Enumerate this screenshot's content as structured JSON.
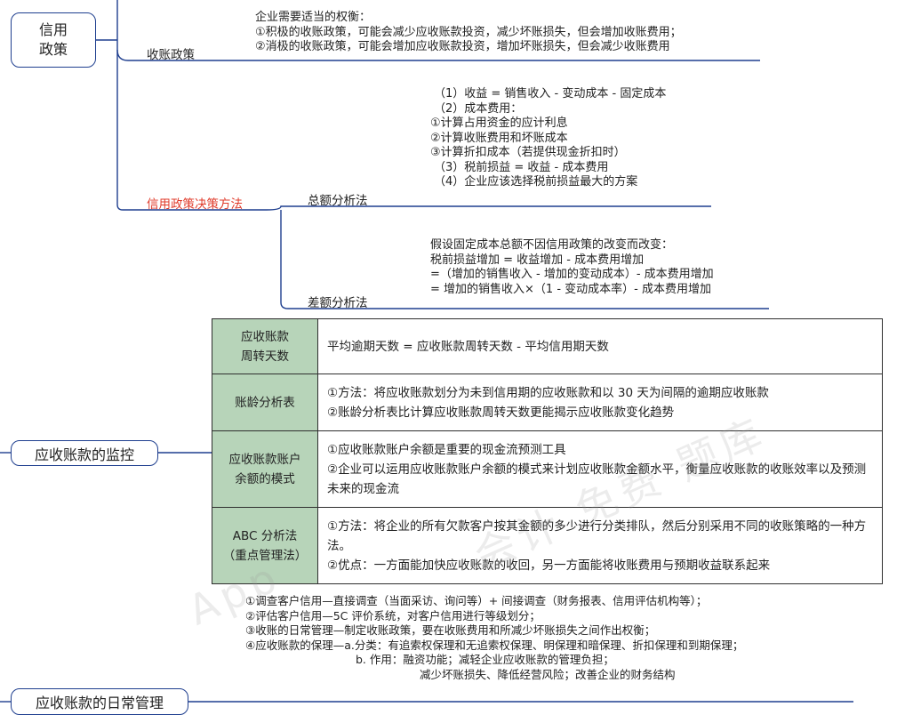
{
  "nodes": {
    "credit_policy": "信用\n政策",
    "monitor": "应收账款的监控",
    "daily": "应收账款的日常管理"
  },
  "branches": {
    "collection": "收账政策",
    "methods": "信用政策决策方法",
    "total": "总额分析法",
    "diff": "差额分析法"
  },
  "collection_text": [
    "企业需要适当的权衡：",
    "①积极的收账政策，可能会减少应收账款投资，减少坏账损失，但会增加收账费用；",
    "②消极的收账政策，可能会增加应收账款投资，增加坏账损失，但会减少收账费用"
  ],
  "total_text": [
    "（1）收益 = 销售收入 - 变动成本  - 固定成本",
    "（2）成本费用：",
    "①计算占用资金的应计利息",
    "②计算收账费用和坏账成本",
    "③计算折扣成本（若提供现金折扣时）",
    "（3）税前损益 = 收益 - 成本费用",
    "（4）企业应该选择税前损益最大的方案"
  ],
  "diff_text": [
    "假设固定成本总额不因信用政策的改变而改变：",
    "税前损益增加 = 收益增加 - 成本费用增加",
    " =（增加的销售收入 - 增加的变动成本）- 成本费用增加",
    " = 增加的销售收入×（1 - 变动成本率）- 成本费用增加"
  ],
  "monitor_table": [
    {
      "key": "应收账款\n周转天数",
      "value": "平均逾期天数 = 应收账款周转天数 - 平均信用期天数"
    },
    {
      "key": "账龄分析表",
      "value": "①方法：将应收账款划分为未到信用期的应收账款和以 30 天为间隔的逾期应收账款\n②账龄分析表比计算应收账款周转天数更能揭示应收账款变化趋势"
    },
    {
      "key": "应收账款账户\n余额的模式",
      "value": "①应收账款账户余额是重要的现金流预测工具\n②企业可以运用应收账款账户余额的模式来计划应收账款金额水平，衡量应收账款的收账效率以及预测未来的现金流"
    },
    {
      "key": "ABC 分析法\n（重点管理法）",
      "value": "①方法：将企业的所有欠款客户按其金额的多少进行分类排队，然后分别采用不同的收账策略的一种方法。\n②优点：一方面能加快应收账款的收回，另一方面能将收账费用与预期收益联系起来"
    }
  ],
  "daily_text": [
    "①调查客户信用—直接调查（当面采访、询问等）+ 间接调查（财务报表、信用评估机构等）；",
    "②评估客户信用—5C 评价系统，对客户信用进行等级划分；",
    "③收账的日常管理—制定收账政策，要在收账费用和所减少坏账损失之间作出权衡；",
    "④应收账款的保理—a.分类：有追索权保理和无追索权保理、明保理和暗保理、折扣保理和到期保理；",
    "b. 作用：融资功能；减轻企业应收账款的管理负担；",
    "减少坏账损失、降低经营风险；改善企业的财务结构"
  ],
  "colors": {
    "line": "#1f3f8f",
    "table_key_bg": "#b7d4b9",
    "highlight": "#e03a2a"
  }
}
